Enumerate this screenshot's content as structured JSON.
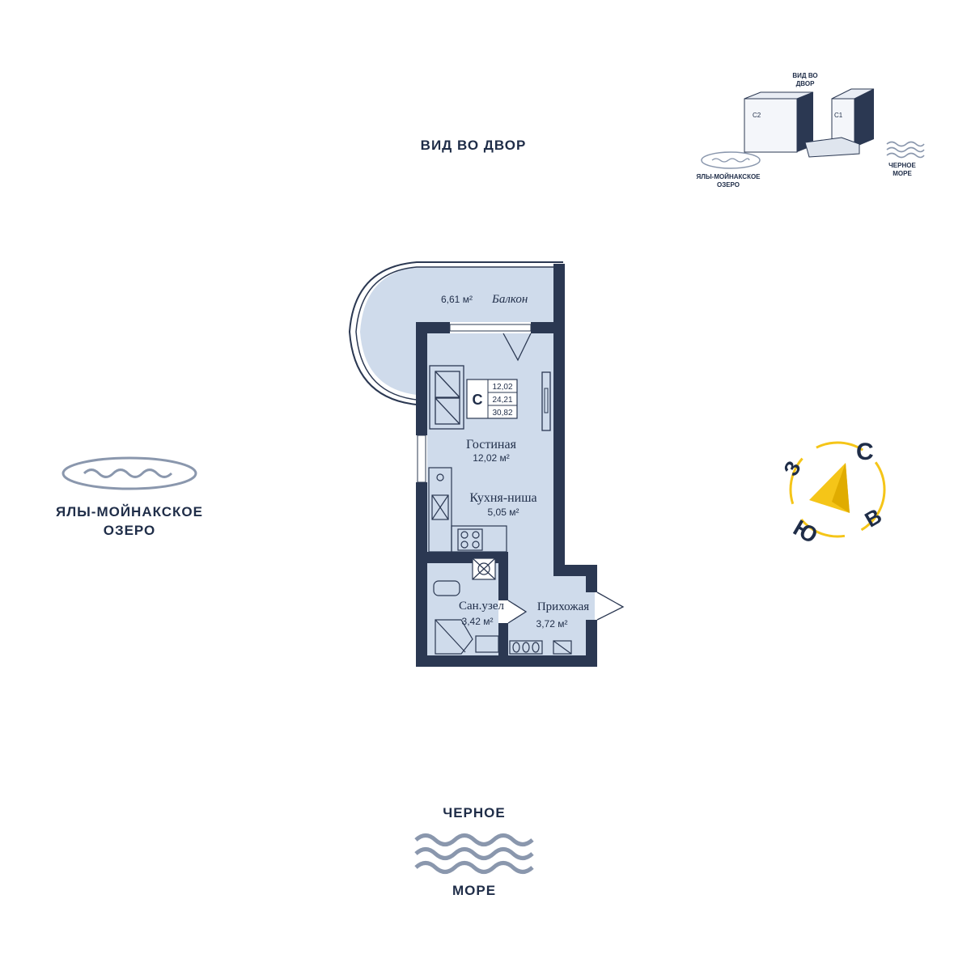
{
  "views": {
    "top": "ВИД ВО ДВОР",
    "lake_line1": "ЯЛЫ-МОЙНАКСКОЕ",
    "lake_line2": "ОЗЕРО",
    "sea_line1": "ЧЕРНОЕ",
    "sea_line2": "МОРЕ"
  },
  "minimap": {
    "top_label": "ВИД ВО ДВОР",
    "top_line1": "ВИД ВО",
    "top_line2": "ДВОР",
    "building_left": "С2",
    "building_right": "С1",
    "lake_line1": "ЯЛЫ-МОЙНАКСКОЕ",
    "lake_line2": "ОЗЕРО",
    "sea_line1": "ЧЕРНОЕ",
    "sea_line2": "МОРЕ"
  },
  "compass": {
    "north": "С",
    "east": "В",
    "south": "Ю",
    "west": "З",
    "color": "#f5c518"
  },
  "apartment": {
    "type_letter": "С",
    "living_area": "12,02",
    "total_area_no_balcony": "24,21",
    "total_area": "30,82"
  },
  "rooms": {
    "balcony": {
      "name": "Балкон",
      "area": "6,61 м²"
    },
    "living": {
      "name": "Гостиная",
      "area": "12,02 м²"
    },
    "kitchen": {
      "name": "Кухня-ниша",
      "area": "5,05 м²"
    },
    "bathroom": {
      "name": "Сан.узел",
      "area": "3,42 м²"
    },
    "hallway": {
      "name": "Прихожая",
      "area": "3,72 м²"
    }
  },
  "colors": {
    "wall": "#2b3852",
    "floor": "#cfdbeb",
    "text": "#1f2d48",
    "water": "#8a97ad"
  }
}
